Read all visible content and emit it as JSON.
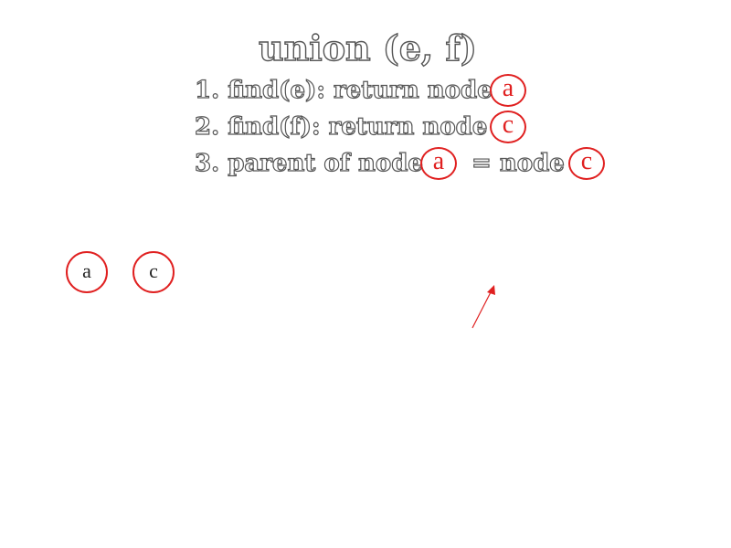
{
  "title": "union (e, f)",
  "steps": {
    "step1": "1. find(e): return node",
    "step2": "2. find(f): return node",
    "step3_prefix": "3. parent of node",
    "step3_suffix": "= node"
  },
  "inline_nodes": [
    "a",
    "c",
    "a",
    "c"
  ],
  "tree_nodes": [
    "a",
    "c"
  ],
  "colors": {
    "node_border": "#e02020",
    "node_text_inline": "#e02020",
    "arrow": "#e02020",
    "text_outline": "#555555"
  }
}
